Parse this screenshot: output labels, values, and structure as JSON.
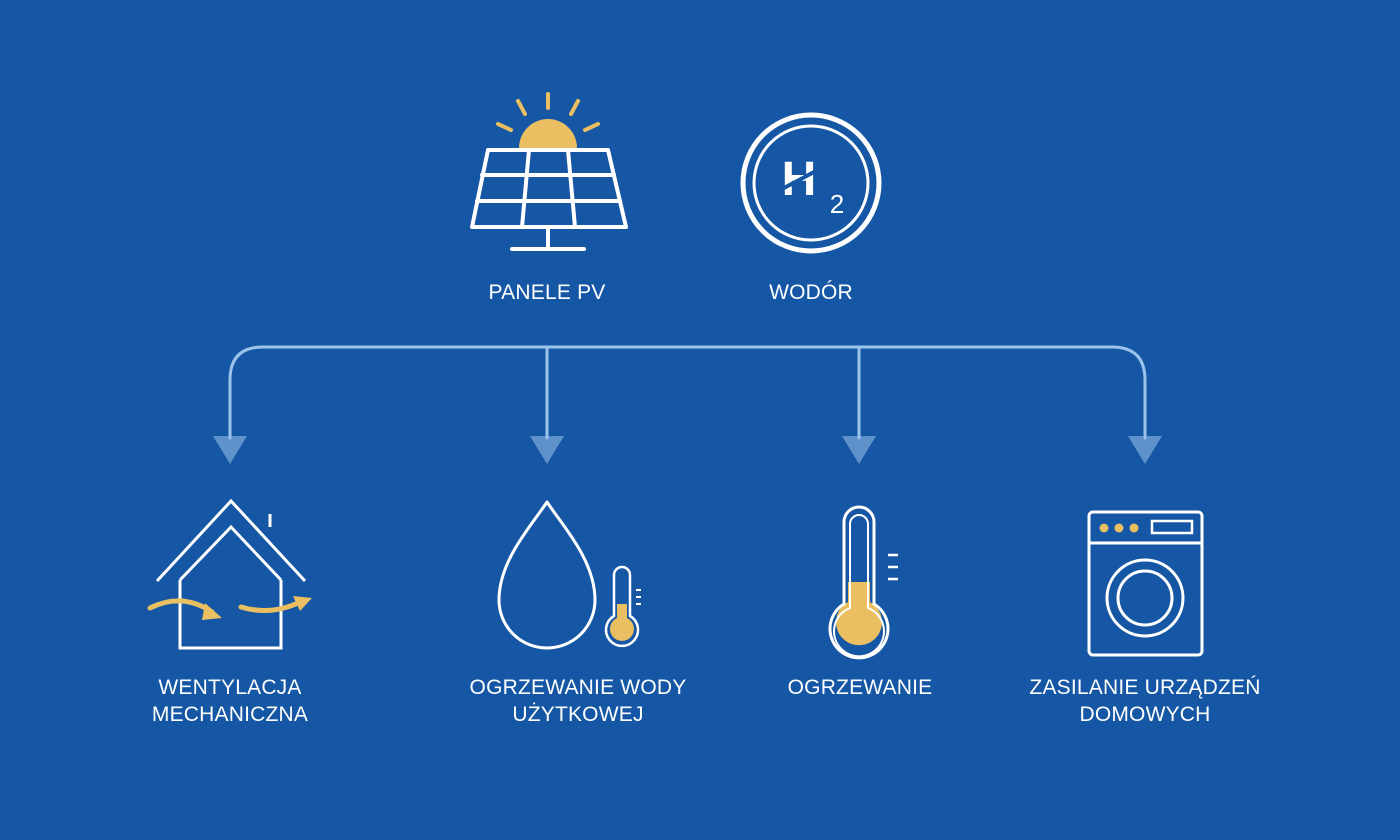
{
  "colors": {
    "background": "#1557a5",
    "icon_line": "#ffffff",
    "accent": "#e9bf62",
    "connector": "#9cc3ea"
  },
  "sources": [
    {
      "id": "pv",
      "label": "PANELE PV",
      "icon": "solar-panel-icon"
    },
    {
      "id": "h2",
      "label": "WODÓR",
      "icon": "hydrogen-icon",
      "symbol_letter": "H",
      "symbol_subscript": "2"
    }
  ],
  "uses": [
    {
      "id": "vent",
      "label_lines": [
        "WENTYLACJA",
        "MECHANICZNA"
      ],
      "icon": "house-ventilation-icon"
    },
    {
      "id": "water",
      "label_lines": [
        "OGRZEWANIE WODY",
        "UŻYTKOWEJ"
      ],
      "icon": "water-drop-thermometer-icon"
    },
    {
      "id": "heat",
      "label_lines": [
        "OGRZEWANIE"
      ],
      "icon": "thermometer-icon"
    },
    {
      "id": "power",
      "label_lines": [
        "ZASILANIE URZĄDZEŃ",
        "DOMOWYCH"
      ],
      "icon": "washing-machine-icon"
    }
  ]
}
